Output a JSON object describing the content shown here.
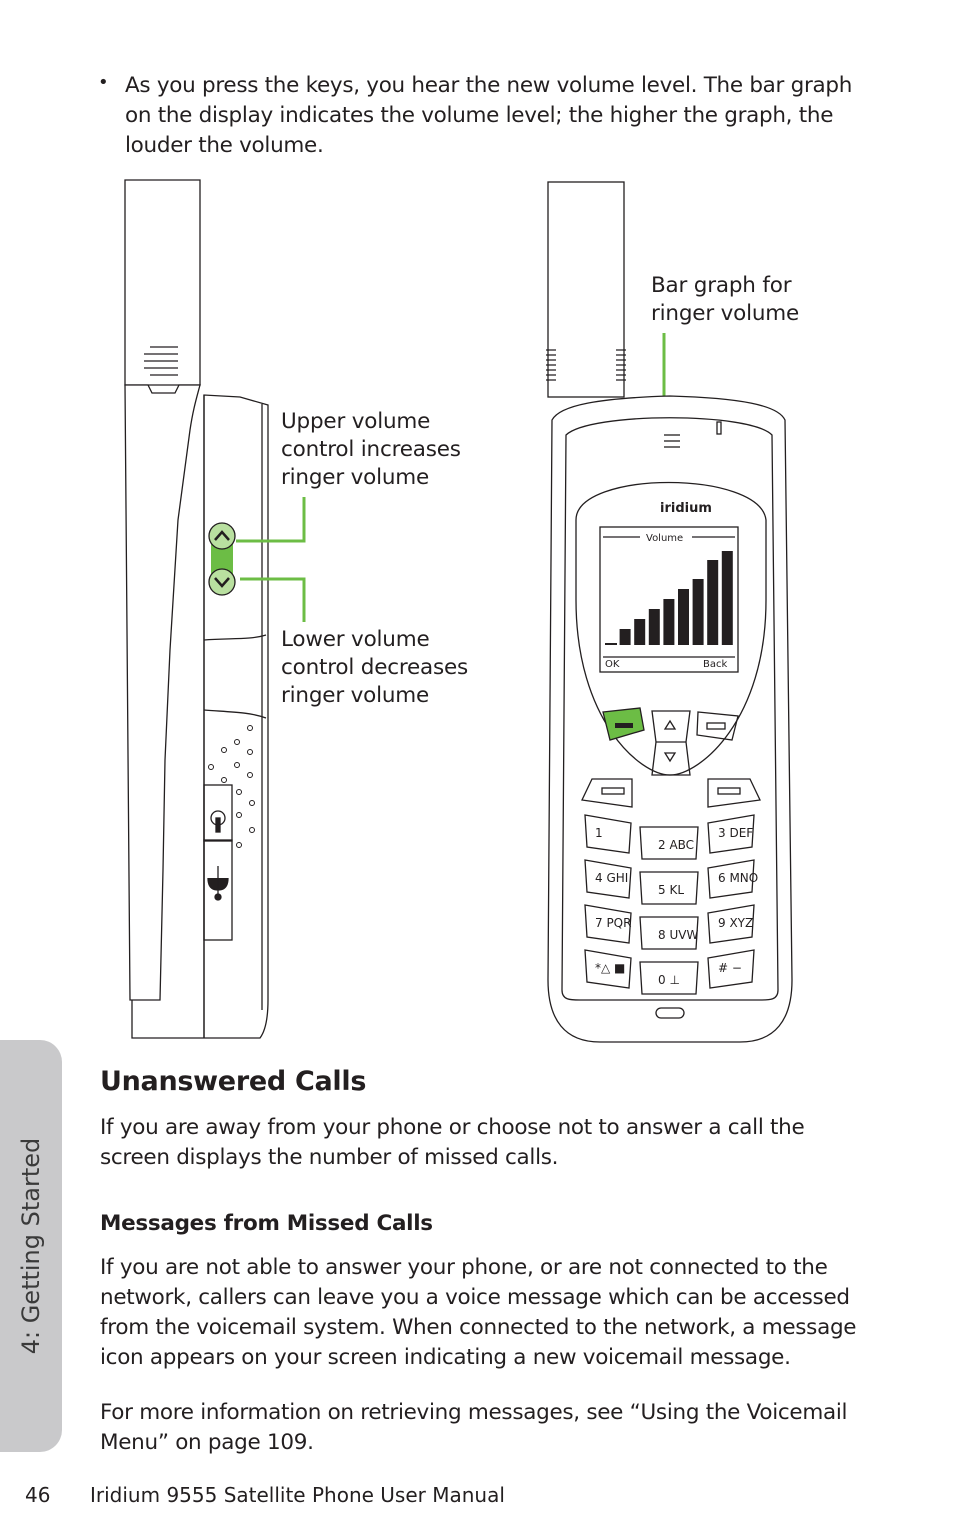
{
  "intro_bullet": "As you press the keys, you hear the new volume level. The bar graph on the display indicates the volume level; the higher the graph, the louder the volume.",
  "figure": {
    "label_bar_graph": [
      "Bar graph for",
      "ringer volume"
    ],
    "label_upper": [
      "Upper volume",
      "control increases",
      "ringer volume"
    ],
    "label_lower": [
      "Lower volume",
      "control decreases",
      "ringer volume"
    ],
    "brand": "iridium",
    "screen_title": "Volume",
    "softkey_left": "OK",
    "softkey_right": "Back",
    "volume_bars": [
      2,
      16,
      26,
      36,
      46,
      56,
      66,
      85,
      94
    ],
    "keys": [
      "1",
      "2 ABC",
      "3 DEF",
      "4 GHI",
      "5 KL",
      "6 MNO",
      "7 PQR",
      "8 UVW",
      "9 XYZ",
      "*△ ■",
      "0 ⊥",
      "# −"
    ],
    "accent_color": "#6cbd45"
  },
  "section": {
    "heading": "Unanswered Calls",
    "paragraph": "If you are away from your phone or choose not to answer a call the screen displays the number of missed calls.",
    "subheading": "Messages from Missed Calls",
    "paragraph2": "If you are not able to answer your phone, or are not connected to the network, callers can leave you a voice message which can be accessed from the voicemail system. When connected to the network, a message icon appears on your screen indicating a new voicemail message.",
    "paragraph3": "For more information on retrieving messages, see “Using the Voicemail Menu” on page 109."
  },
  "side_tab": "4: Getting Started",
  "footer": {
    "page_number": "46",
    "title": "Iridium 9555 Satellite Phone User Manual"
  }
}
